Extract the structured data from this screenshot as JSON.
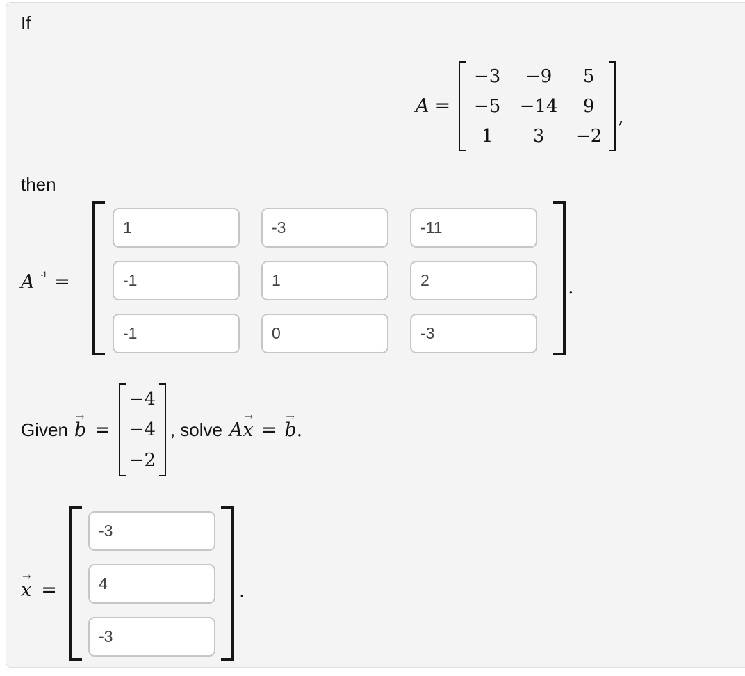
{
  "ui": {
    "panel_bg": "#f4f4f5",
    "panel_border": "#dfdfe1",
    "input_border": "#c6c6c6",
    "input_text_color": "#414141",
    "math_color": "#141414"
  },
  "glyphs": {
    "vec_arrow": "→"
  },
  "problem": {
    "intro_text": "If",
    "then_text": "then",
    "matrix_A": {
      "label": "A",
      "equals": "=",
      "rows": [
        [
          "−3",
          "−9",
          "5"
        ],
        [
          "−5",
          "−14",
          "9"
        ],
        [
          "1",
          "3",
          "−2"
        ]
      ],
      "trailing_comma": ","
    },
    "inverse": {
      "label_base": "A",
      "label_sup": "-1",
      "equals": "=",
      "inputs": [
        [
          "1",
          "-3",
          "-11"
        ],
        [
          "-1",
          "1",
          "2"
        ],
        [
          "-1",
          "0",
          "-3"
        ]
      ],
      "trailing_period": "."
    },
    "given": {
      "prefix": "Given",
      "b_label": "b",
      "equals": "=",
      "b_values": [
        "−4",
        "−4",
        "−2"
      ],
      "solve_text": ", solve",
      "eq_A": "A",
      "eq_x": "x",
      "eq_equals": "=",
      "eq_b": "b",
      "eq_period": "."
    },
    "solution": {
      "x_label": "x",
      "equals": "=",
      "inputs": [
        "-3",
        "4",
        "-3"
      ],
      "trailing_period": "."
    }
  }
}
